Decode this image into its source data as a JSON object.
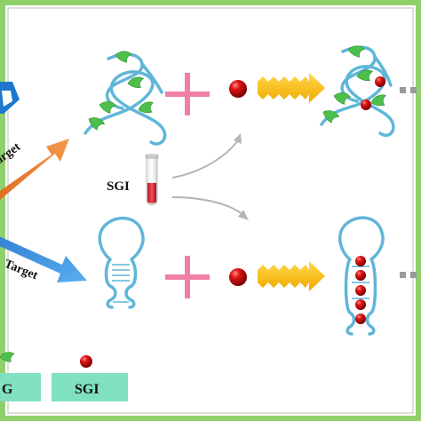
{
  "labels": {
    "target_top": "Target",
    "target_bottom": "Target",
    "sgi_tube": "SGI",
    "legend_g": "G",
    "legend_sgi": "SGI"
  },
  "colors": {
    "border": "#8fd06b",
    "frame": "#c8c8c8",
    "strand": "#5fb6d8",
    "leaf": "#4cc04a",
    "plus": "#f07fa6",
    "dot": "#d10f0f",
    "yellow_arrow": "#f5b800",
    "orange_arrow": "#ee7c30",
    "blue_arrow": "#2e86d6",
    "legend_box": "#7fe0c2",
    "ellipsis": "#9a9a9a",
    "grey_arrow": "#b5b5b5"
  }
}
